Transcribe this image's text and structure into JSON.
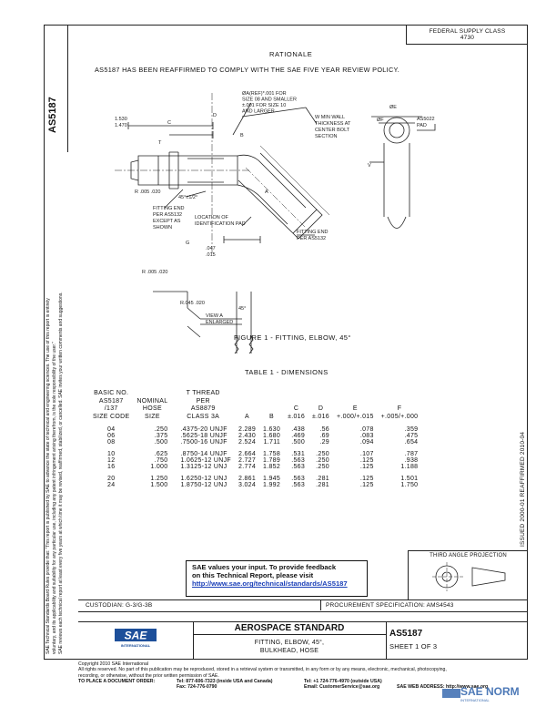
{
  "header": {
    "box_line1": "FEDERAL SUPPLY CLASS",
    "box_line2": "4730",
    "doc_number_vertical": "AS5187"
  },
  "left_margin_text": [
    "SAE Technical Standards Board Rules provide that: \"This report is published by SAE to advance the state of technical and engineering sciences. The use of this report is entirely",
    "voluntary, and its applicability and suitability for any particular use, including any patent infringement arising therefrom, is the sole responsibility of the user.\"",
    "SAE reviews each technical report at least every five years at which time it may be revised, reaffirmed, stabilized, or cancelled. SAE invites your written comments and suggestions."
  ],
  "rationale": {
    "heading": "RATIONALE",
    "text": "AS5187 HAS BEEN REAFFIRMED TO COMPLY WITH THE SAE FIVE YEAR REVIEW POLICY."
  },
  "drawing": {
    "labels": {
      "callout_top": "ØA(REF)*.001 FOR\nSIZE 08 AND SMALLER\n±.001 FOR SIZE 10\nAND LARGER",
      "dim_1530": "1.530\n1.470",
      "c": "C",
      "b": "B",
      "t": "T",
      "a": "A",
      "d": "D",
      "wall": "W MIN WALL\nTHICKNESS AT\nCENTER BOLT\nSECTION",
      "diam_e": "ØE",
      "diam_f": "ØF",
      "v": "V",
      "as5022": "AS5022\nPAD",
      "r005": "R .005 .020",
      "angle": "45°±1/2°",
      "fitting_end": "FITTING END\nPER AS5132\nEXCEPT AS\nSHOWN",
      "location": "LOCATION OF\nIDENTIFICATION PAD",
      "fitting_end2": "FITTING END\nPER AS5132",
      "g": "G",
      "dim_047": ".047\n.015",
      "r005b": "R .005 .020",
      "r045": "R.045 .020",
      "view": "VIEW A\nENLARGED",
      "deg": "45°",
      "figure_caption": "FIGURE 1 - FITTING, ELBOW, 45°"
    }
  },
  "table": {
    "title": "TABLE 1 - DIMENSIONS",
    "headers": {
      "size": [
        "BASIC NO.",
        "AS5187",
        "/137",
        "SIZE CODE"
      ],
      "hose": [
        "NOMINAL",
        "HOSE",
        "SIZE"
      ],
      "thread": [
        "T THREAD",
        "PER",
        "AS8879",
        "CLASS 3A"
      ],
      "a": [
        "A"
      ],
      "b": [
        "B"
      ],
      "c": [
        "C",
        "±.016"
      ],
      "d": [
        "D",
        "±.016"
      ],
      "e": [
        "E",
        "+.000/+.015"
      ],
      "f": [
        "F",
        "+.005/+.000"
      ]
    },
    "rows": [
      {
        "size": "04",
        "hose": ".250",
        "thread": ".4375-20 UNJF",
        "a": "2.289",
        "b": "1.630",
        ".c": "",
        "c": ".438",
        "d": ".56",
        "e": ".078",
        "f": ".359",
        "gap": false
      },
      {
        "size": "06",
        "hose": ".375",
        "thread": ".5625-18 UNJF",
        "a": "2.430",
        "b": "1.680",
        "c": ".469",
        "d": ".69",
        "e": ".083",
        "f": ".475",
        "gap": false
      },
      {
        "size": "08",
        "hose": ".500",
        "thread": ".7500-16 UNJF",
        "a": "2.524",
        "b": "1.711",
        "c": ".500",
        "d": ".29",
        "e": ".094",
        "f": ".654",
        "gap": false
      },
      {
        "size": "10",
        "hose": ".625",
        "thread": ".8750-14 UNJF",
        "a": "2.664",
        "b": "1.758",
        "c": ".531",
        "d": ".250",
        "e": ".107",
        "f": ".787",
        "gap": true
      },
      {
        "size": "12",
        "hose": ".750",
        "thread": "1.0625-12 UNJF",
        "a": "2.727",
        "b": "1.789",
        "c": ".563",
        "d": ".250",
        "e": ".125",
        "f": ".938",
        "gap": false
      },
      {
        "size": "16",
        "hose": "1.000",
        "thread": "1.3125-12 UNJ",
        "a": "2.774",
        "b": "1.852",
        "c": ".563",
        "d": ".250",
        "e": ".125",
        "f": "1.188",
        "gap": false
      },
      {
        "size": "20",
        "hose": "1.250",
        "thread": "1.6250-12 UNJ",
        "a": "2.861",
        "b": "1.945",
        "c": ".563",
        "d": ".281",
        "e": ".125",
        "f": "1.501",
        "gap": true
      },
      {
        "size": "24",
        "hose": "1.500",
        "thread": "1.8750-12 UNJ",
        "a": "3.024",
        "b": "1.992",
        "c": ".563",
        "d": ".281",
        "e": ".125",
        "f": "1.750",
        "gap": false
      }
    ]
  },
  "right_vertical_text": "ISSUED 2000-01     REAFFIRMED 2010-04",
  "projection": {
    "label": "THIRD ANGLE PROJECTION"
  },
  "feedback": {
    "line1": "SAE values your input. To provide feedback",
    "line2": "on this Technical Report, please visit",
    "link": "http://www.sae.org/technical/standards/AS5187"
  },
  "titleblock": {
    "custodian": "CUSTODIAN: G-3/G-3B",
    "procurement": "PROCUREMENT SPECIFICATION: AMS4543",
    "standard": "AEROSPACE STANDARD",
    "title1": "FITTING, ELBOW, 45°,",
    "title2": "BULKHEAD, HOSE",
    "doc": "AS5187",
    "sheet": "SHEET 1 OF 3",
    "logo_text": "SAE",
    "logo_sub": "INTERNATIONAL"
  },
  "footer": {
    "copyright": "Copyright 2010 SAE International",
    "rights": "All rights reserved. No part of this publication may be reproduced, stored in a retrieval system or transmitted, in any form or by any means, electronic, mechanical, photocopying,",
    "rights2": "recording, or otherwise, without the prior written permission of SAE.",
    "order": "TO PLACE A DOCUMENT ORDER:",
    "tel1": "Tel:   877-606-7323 (inside USA and Canada)",
    "tel2": "Tel:   +1 724-776-4970 (outside USA)",
    "fax": "Fax:   724-776-0790",
    "email": "Email: CustomerService@sae.org",
    "web": "SAE WEB ADDRESS: http://www.sae.org"
  },
  "watermark": {
    "text": "SAE NORM",
    "sub": "INTERNATIONAL"
  },
  "colors": {
    "link": "#1a3fb8",
    "logo_blue": "#1d4f9a",
    "watermark": "#3a6bb0"
  }
}
